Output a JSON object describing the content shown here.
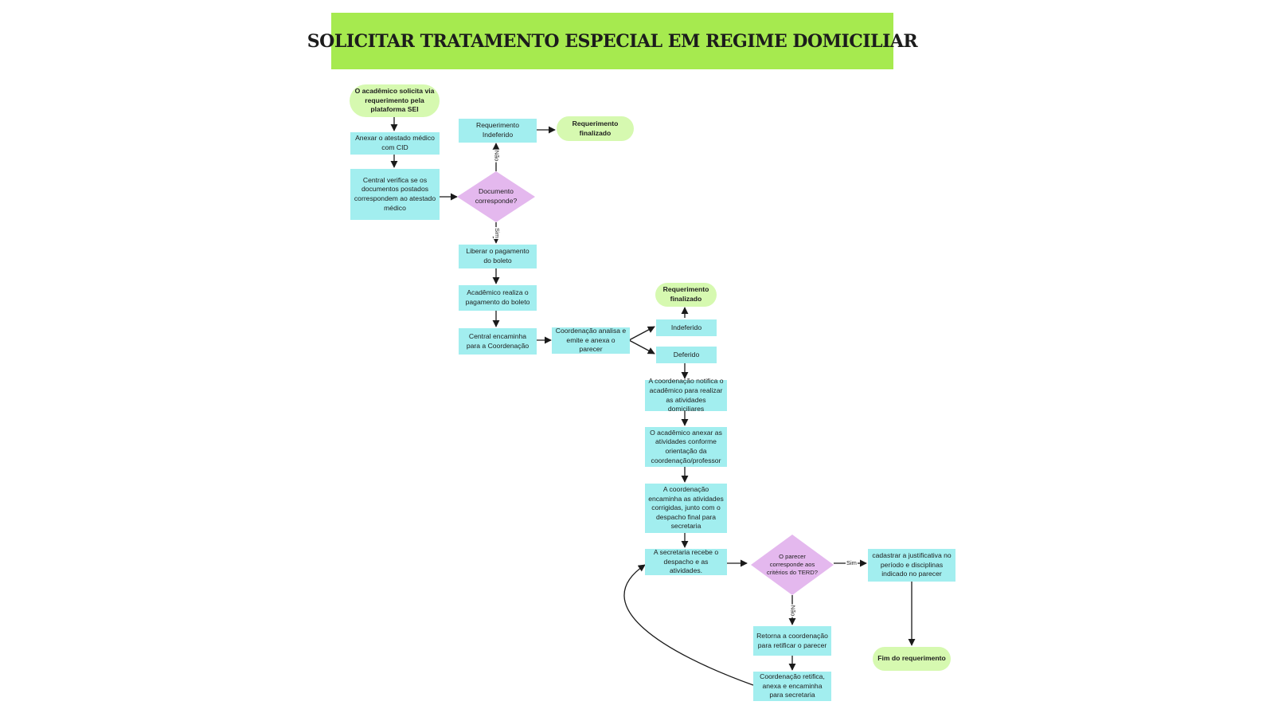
{
  "title": "SOLICITAR TRATAMENTO ESPECIAL EM REGIME DOMICILIAR",
  "colors": {
    "title_bg": "#a6ea4f",
    "process": "#a2eeef",
    "terminal": "#d6f9b0",
    "decision": "#e4b8ee",
    "arrow": "#1a1a1a"
  },
  "nodes": {
    "start": "O acadêmico solicita via requerimento pela plataforma SEI",
    "attach_certificate": "Anexar o atestado médico com CID",
    "central_verify": "Central verifica se os documentos postados correspondem ao atestado médico",
    "document_matches": "Documento corresponde?",
    "req_rejected": "Requerimento Indeferido",
    "req_finalized_1": "Requerimento finalizado",
    "release_payment": "Liberar o pagamento do boleto",
    "academic_pays": "Acadêmico realiza o pagamento do boleto",
    "central_forwards": "Central encaminha para a Coordenação",
    "coord_analyzes": "Coordenação analisa e emite e anexa o parecer",
    "rejected": "Indeferido",
    "req_finalized_2": "Requerimento finalizado",
    "approved": "Deferido",
    "coord_notifies": "A coordenação notifica o acadêmico para realizar as atividades domiciliares",
    "academic_attaches": "O acadêmico anexar as atividades conforme orientação da coordenação/professor",
    "coord_sends": "A coordenação encaminha as atividades corrigidas, junto com o despacho final para secretaria",
    "secretary_receives": "A secretaria recebe o despacho e as atividades.",
    "opinion_matches": "O parecer corresponde aos critérios do TERD?",
    "register_justification": "cadastrar a justificativa no período e disciplinas indicado no parecer",
    "end_request": "Fim do requerimento",
    "return_coord": "Retorna a coordenação para retificar o parecer",
    "coord_rectifies": "Coordenação retifica, anexa e encaminha para secretaria"
  },
  "edge_labels": {
    "no_1": "Não",
    "yes_1": "Sim",
    "yes_2": "Sim",
    "no_2": "Não"
  }
}
